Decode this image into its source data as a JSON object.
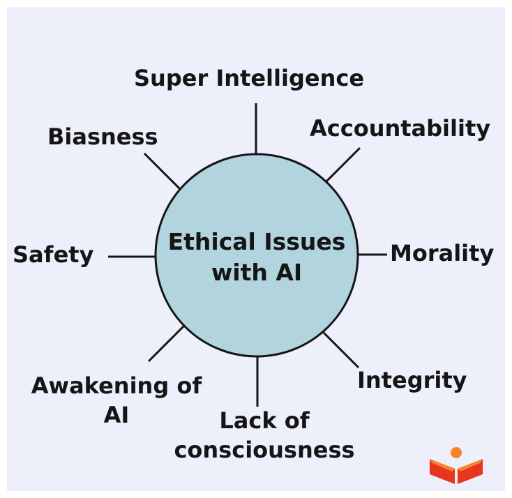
{
  "diagram": {
    "center": "Ethical Issues with AI",
    "issues": {
      "super_intelligence": "Super Intelligence",
      "accountability": "Accountability",
      "biasness": "Biasness",
      "safety": "Safety",
      "morality": "Morality",
      "integrity": "Integrity",
      "awakening": "Awakening of AI",
      "lack": "Lack of consciousness"
    }
  },
  "colors": {
    "background": "#edf0fb",
    "circle_fill": "#b1d4df",
    "outline": "#151515",
    "logo_red": "#e8351e",
    "logo_orange": "#f5842a"
  },
  "logo": {
    "icon": "book-reader-icon"
  }
}
